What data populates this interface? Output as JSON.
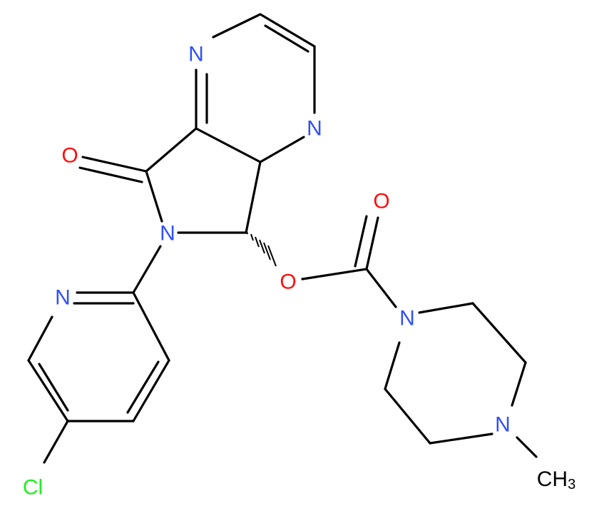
{
  "molecule": {
    "atoms": [
      {
        "id": "n_pyrazine_top",
        "label": "N",
        "color": "#3050F8"
      },
      {
        "id": "n_pyrazine_right",
        "label": "N",
        "color": "#3050F8"
      },
      {
        "id": "o_ketone",
        "label": "O",
        "color": "#FF0D0D"
      },
      {
        "id": "n_lactam",
        "label": "N",
        "color": "#3050F8"
      },
      {
        "id": "n_pyridine",
        "label": "N",
        "color": "#3050F8"
      },
      {
        "id": "o_ester",
        "label": "O",
        "color": "#FF0D0D"
      },
      {
        "id": "o_carbonyl",
        "label": "O",
        "color": "#FF0D0D"
      },
      {
        "id": "n_piperazine_1",
        "label": "N",
        "color": "#3050F8"
      },
      {
        "id": "n_piperazine_4",
        "label": "N",
        "color": "#3050F8"
      },
      {
        "id": "cl",
        "label": "Cl",
        "color": "#1FF01F"
      },
      {
        "id": "ch3",
        "label": "CH",
        "sub": "3",
        "color": "#000000"
      }
    ]
  }
}
